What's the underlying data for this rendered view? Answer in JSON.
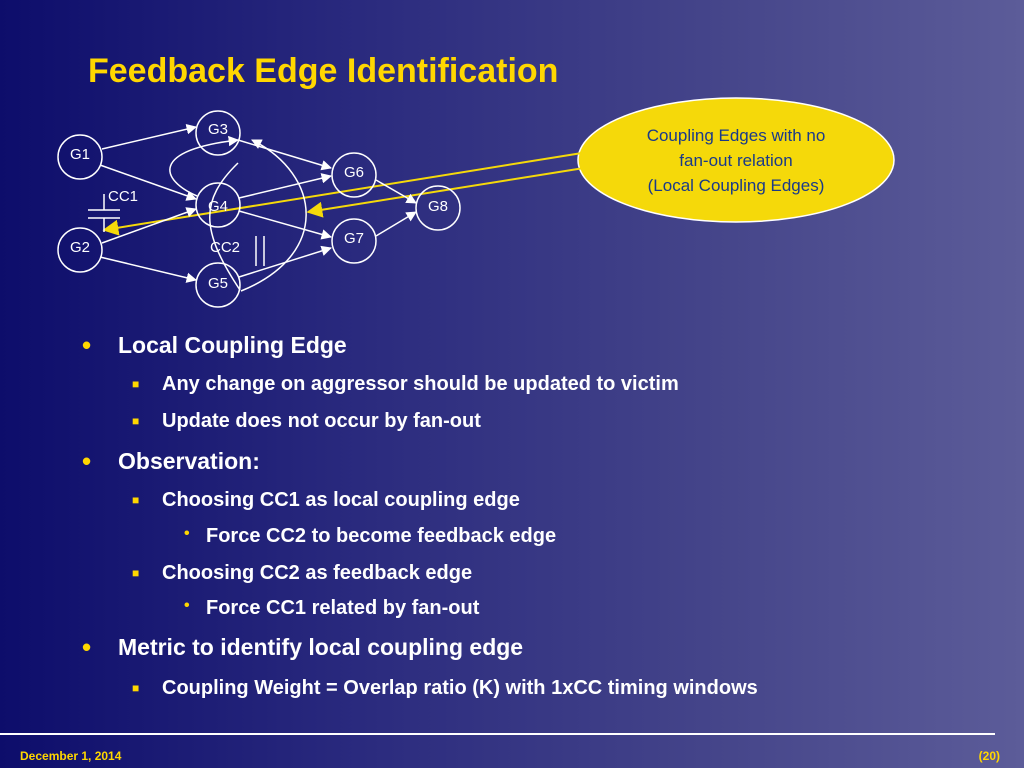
{
  "title": "Feedback Edge Identification",
  "diagram": {
    "nodes": {
      "G1": "G1",
      "G2": "G2",
      "G3": "G3",
      "G4": "G4",
      "G5": "G5",
      "G6": "G6",
      "G7": "G7",
      "G8": "G8"
    },
    "edge_labels": {
      "cc1": "CC1",
      "cc2": "CC2"
    },
    "callout": {
      "line1": "Coupling Edges with no",
      "line2": "fan-out relation",
      "line3": "(Local Coupling Edges)"
    },
    "colors": {
      "node_stroke": "#ffffff",
      "edge": "#ffffff",
      "callout_fill": "#f5d90a",
      "callout_arrow": "#f5d90a"
    }
  },
  "bullets": {
    "b1": "Local Coupling Edge",
    "b1_1": "Any change on aggressor should be updated to victim",
    "b1_2": "Update does not occur by fan-out",
    "b2": "Observation:",
    "b2_1": "Choosing CC1 as local coupling edge",
    "b2_1_1": "Force CC2 to become feedback edge",
    "b2_2": "Choosing CC2 as feedback edge",
    "b2_2_1": "Force CC1 related by fan-out",
    "b3": "Metric to identify local coupling edge",
    "b3_1": "Coupling Weight = Overlap ratio (K) with 1xCC timing windows",
    "markers": {
      "l1": "•",
      "l2": "■",
      "l3": "•"
    }
  },
  "footer": {
    "date": "December 1, 2014",
    "page": "(20)"
  }
}
